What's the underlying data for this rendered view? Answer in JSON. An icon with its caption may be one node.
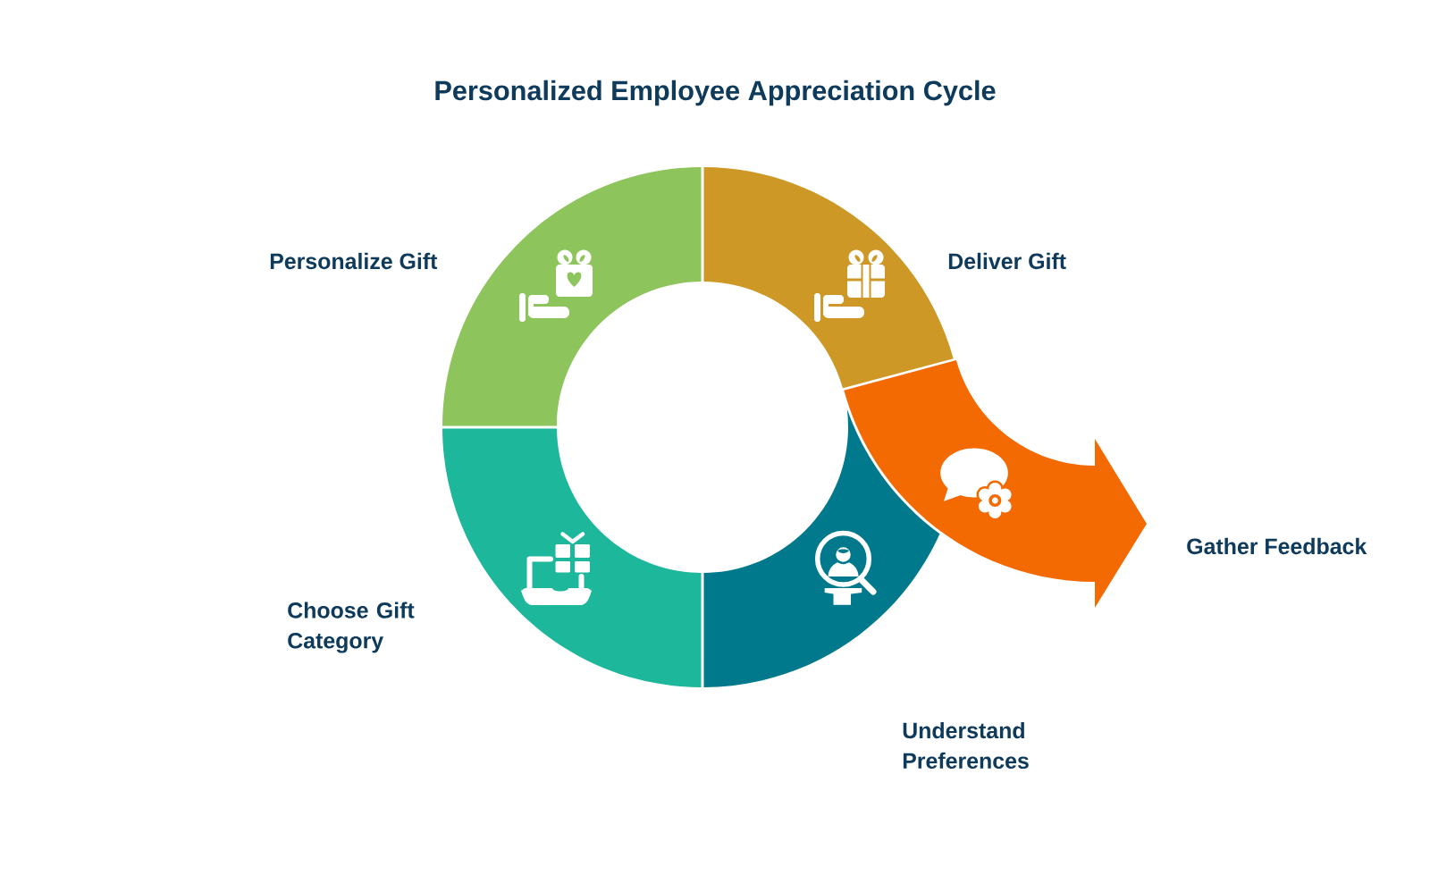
{
  "diagram": {
    "title": "Personalized Employee Appreciation Cycle",
    "nodes": [
      {
        "text": [
          "Personalize Gift"
        ]
      },
      {
        "text": [
          "Deliver Gift"
        ]
      },
      {
        "text": [
          "Gather Feedback"
        ]
      },
      {
        "text": [
          "Choose Gift Category"
        ]
      },
      {
        "text": [
          "Understand Preferences"
        ]
      }
    ]
  }
}
